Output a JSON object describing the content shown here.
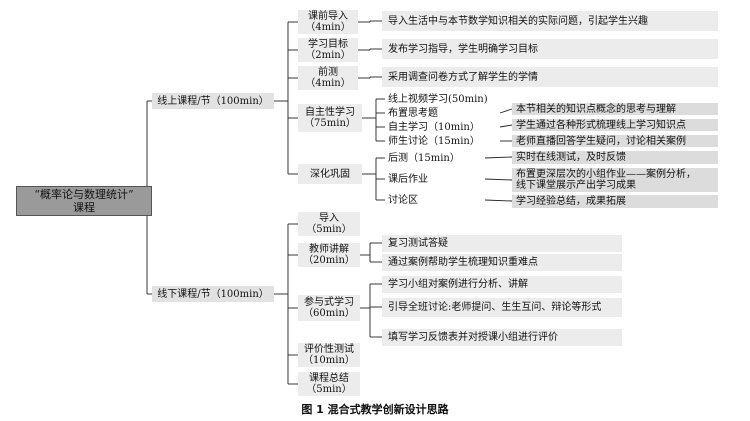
{
  "root": "“概率论与数理统计”\n课程",
  "branches": [
    {
      "label": "线上课程/节（100min）",
      "children": [
        {
          "label": "课前导入\n（4min）",
          "desc": [
            "导入生活中与本节数学知识相关的实际问题，引起学生兴趣"
          ]
        },
        {
          "label": "学习目标\n（2min）",
          "desc": [
            "发布学习指导，学生明确学习目标"
          ]
        },
        {
          "label": "前测\n（4min）",
          "desc": [
            "采用调查问卷方式了解学生的学情"
          ]
        },
        {
          "label": "自主性学习\n（75min）",
          "subs": [
            {
              "label": "线上视频学习(50min)",
              "leaf": ""
            },
            {
              "label": "布置思考题",
              "leaf": "本节相关的知识点概念的思考与理解"
            },
            {
              "label": "自主学习（10min）",
              "leaf": "学生通过各种形式梳理线上学习知识点"
            },
            {
              "label": "师生讨论（15min）",
              "leaf": "老师直播回答学生疑问，讨论相关案例"
            }
          ]
        },
        {
          "label": "深化巩固",
          "subs": [
            {
              "label": "后测（15min）",
              "leaf": "实时在线测试，及时反馈"
            },
            {
              "label": "课后作业",
              "leaf": "布置更深层次的小组作业——案例分析，\n线下课堂展示产出学习成果"
            },
            {
              "label": "讨论区",
              "leaf": "学习经验总结，成果拓展"
            }
          ]
        }
      ]
    },
    {
      "label": "线下课程/节（100min）",
      "children": [
        {
          "label": "导入\n（5min）",
          "desc": []
        },
        {
          "label": "教师讲解\n（20min）",
          "desc": [
            "复习测试答疑",
            "通过案例帮助学生梳理知识重难点"
          ]
        },
        {
          "label": "参与式学习\n（60min）",
          "desc": [
            "学习小组对案例进行分析、讲解",
            "引导全班讨论:老师提问、生生互问、辩论等形式",
            "填写学习反馈表并对授课小组进行评价"
          ]
        },
        {
          "label": "评价性测试\n（10min）",
          "desc": []
        },
        {
          "label": "课程总结\n（5min）",
          "desc": []
        }
      ]
    }
  ],
  "caption": "图 1 混合式教学创新设计思路"
}
